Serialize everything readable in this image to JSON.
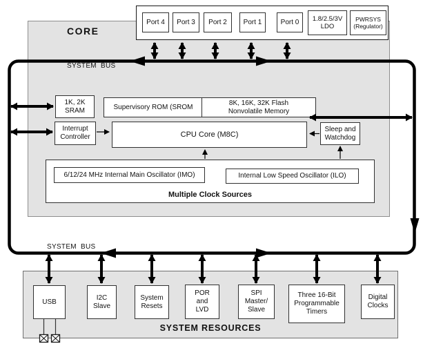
{
  "ports": {
    "port4": "Port 4",
    "port3": "Port 3",
    "port2": "Port 2",
    "port1": "Port 1",
    "port0": "Port 0",
    "ldo": "1.8/2.5/3V\nLDO",
    "pwrsys": "PWRSYS\n(Regulator)"
  },
  "core": {
    "label": "CORE",
    "system_bus_top": "SYSTEM BUS",
    "sram": "1K, 2K\nSRAM",
    "interrupt_controller": "Interrupt\nController",
    "srom": "Supervisory ROM  (SROM",
    "flash": "8K, 16K, 32K Flash\nNonvolatile Memory",
    "cpu": "CPU Core (M8C)",
    "sleep_watchdog": "Sleep and\nWatchdog",
    "imo": "6/12/24 MHz Internal Main Oscillator (IMO)",
    "ilo": "Internal Low Speed Oscillator (ILO)",
    "clock_sources_label": "Multiple Clock Sources"
  },
  "system_bus_bottom": "SYSTEM BUS",
  "resources": {
    "label": "SYSTEM RESOURCES",
    "usb": "USB",
    "i2c_slave": "I2C\nSlave",
    "system_resets": "System\nResets",
    "por_lvd": "POR\nand\nLVD",
    "spi": "SPI\nMaster/\nSlave",
    "timers": "Three 16-Bit\nProgrammable\nTimers",
    "digital_clocks": "Digital\nClocks"
  },
  "colors": {
    "panel_gray": "#e3e3e3",
    "line_black": "#000000",
    "box_border": "#2f2f2f"
  }
}
